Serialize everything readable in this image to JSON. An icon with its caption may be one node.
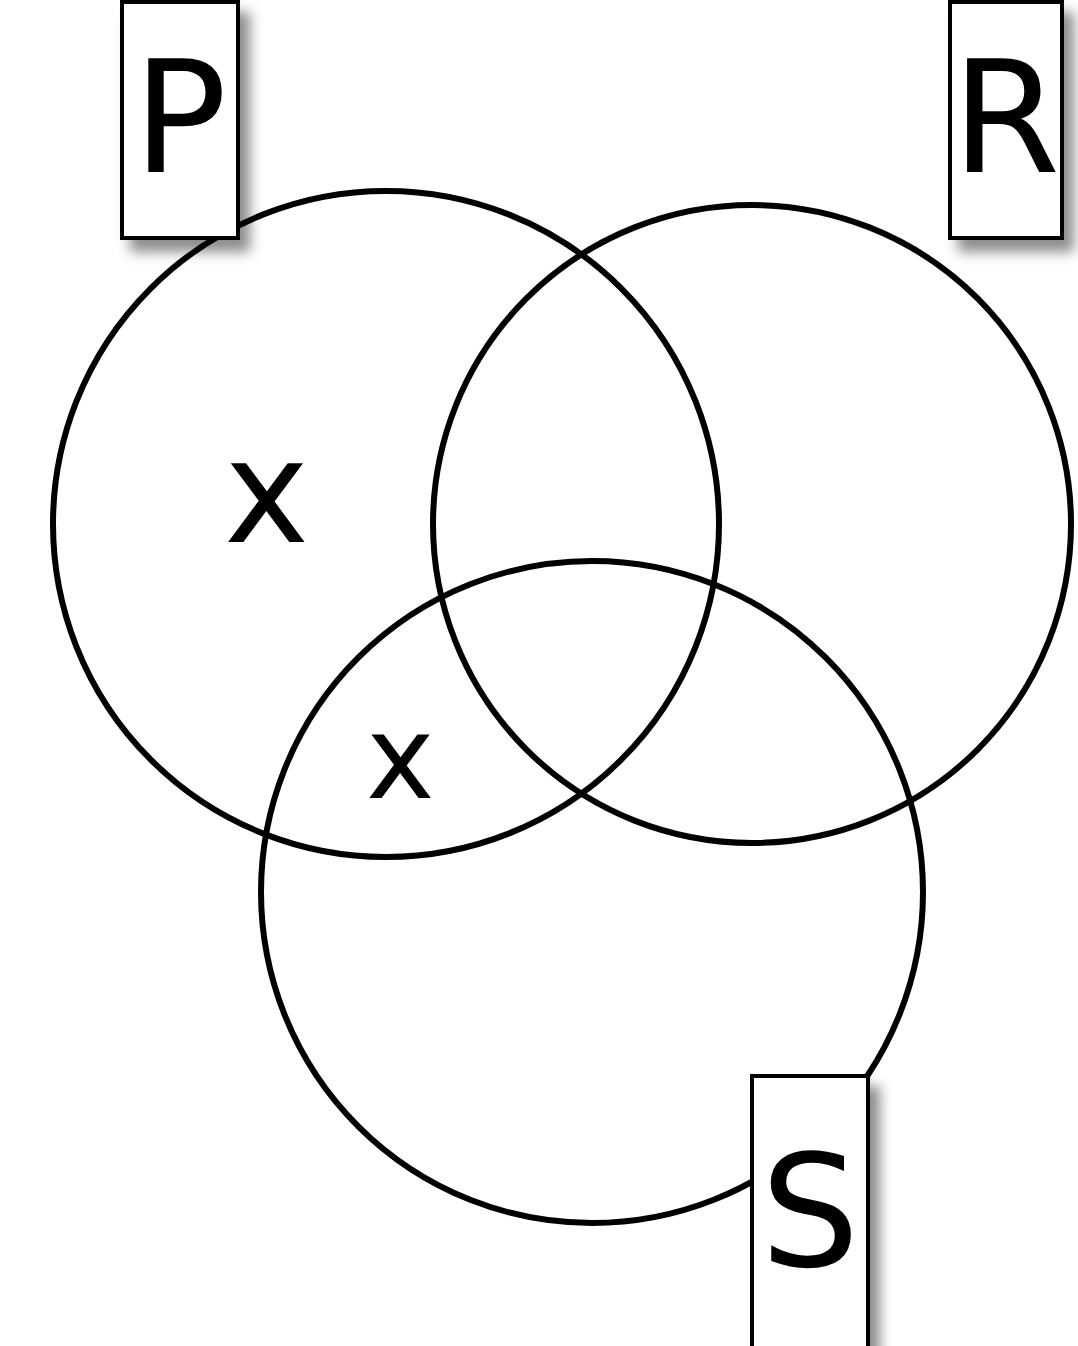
{
  "diagram": {
    "nodes": [
      {
        "text": [],
        "shape": "circle"
      },
      {
        "text": [],
        "shape": "circle"
      },
      {
        "text": [],
        "shape": "circle"
      },
      {
        "text": [
          "P"
        ]
      },
      {
        "text": [
          "R"
        ]
      },
      {
        "text": [
          "S"
        ]
      }
    ],
    "labels": [
      "x",
      "x"
    ]
  }
}
